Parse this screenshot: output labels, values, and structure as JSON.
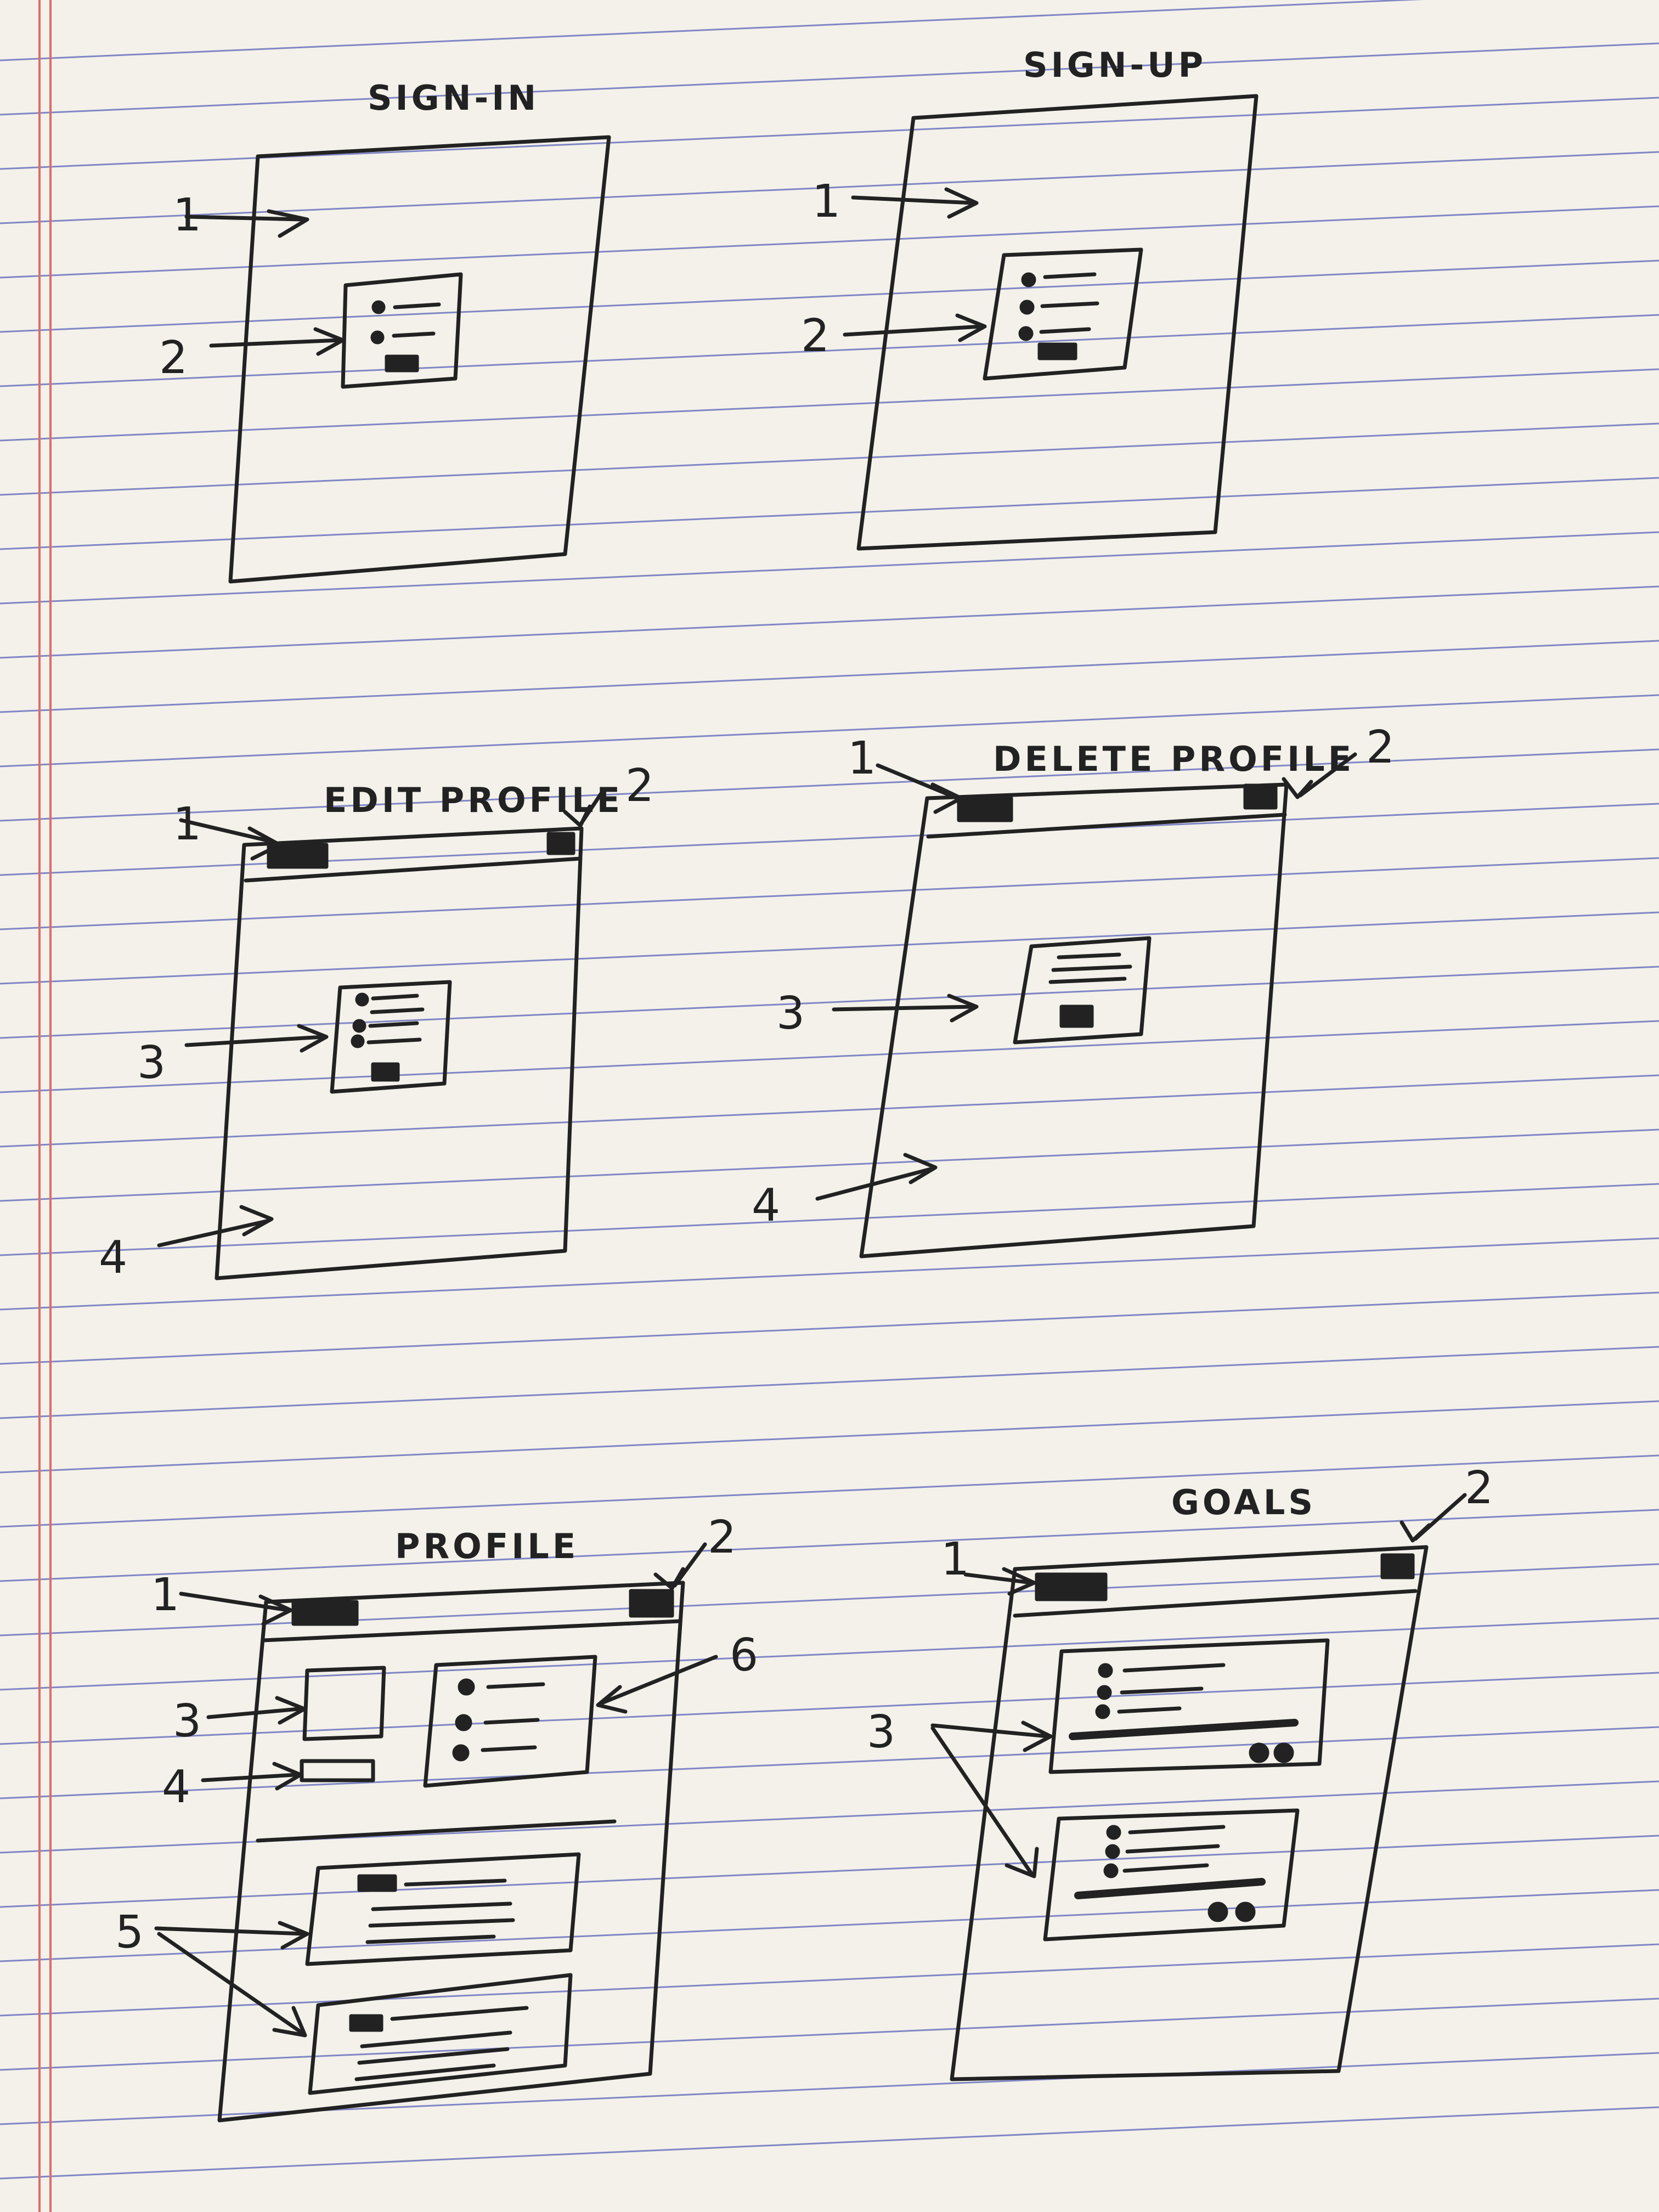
{
  "colors": {
    "paper": "#f3f1ea",
    "rule_line": "#5a63b8",
    "margin_line": "#e06a6a",
    "ink": "#222222"
  },
  "screens": [
    {
      "title": "SIGN-IN",
      "labels": [
        "1",
        "2"
      ]
    },
    {
      "title": "SIGN-UP",
      "labels": [
        "1",
        "2"
      ]
    },
    {
      "title": "EDIT PROFILE",
      "labels": [
        "1",
        "2",
        "3",
        "4"
      ]
    },
    {
      "title": "DELETE PROFILE",
      "labels": [
        "1",
        "2",
        "3",
        "4"
      ]
    },
    {
      "title": "PROFILE",
      "labels": [
        "1",
        "2",
        "3",
        "4",
        "5",
        "6"
      ]
    },
    {
      "title": "GOALS",
      "labels": [
        "1",
        "2",
        "3"
      ]
    }
  ]
}
